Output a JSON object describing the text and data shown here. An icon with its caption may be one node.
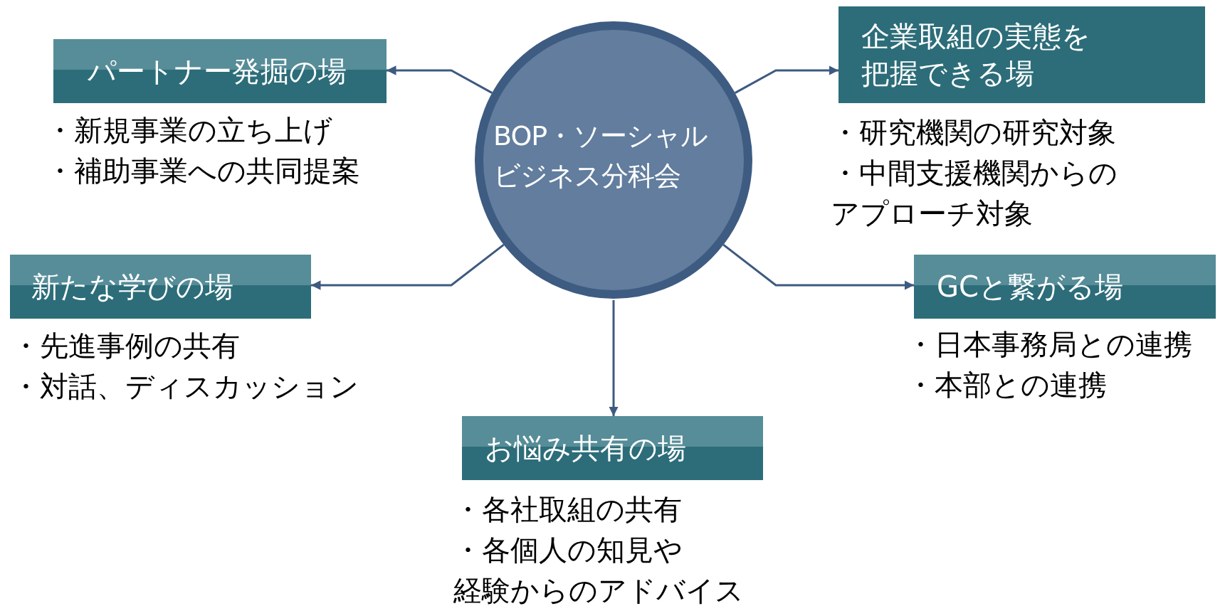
{
  "diagram": {
    "nodes": [
      {
        "text": [
          "BOP・ソーシャルビジネス分科会"
        ]
      },
      {
        "text": [
          "パートナー発掘の場"
        ],
        "beside": [
          "・新規事業の立ち上げ",
          "・補助事業への共同提案"
        ]
      },
      {
        "text": [
          "企業取組の実態を把握できる場"
        ],
        "beside": [
          "・研究機関の研究対象",
          "・中間支援機関からの",
          "アプローチ対象"
        ]
      },
      {
        "text": [
          "新たな学びの場"
        ],
        "beside": [
          "・先進事例の共有",
          "・対話、ディスカッション"
        ]
      },
      {
        "text": [
          "GCと繋がる場"
        ],
        "beside": [
          "・日本事務局との連携",
          "・本部との連携"
        ]
      },
      {
        "text": [
          "お悩み共有の場"
        ],
        "beside": [
          "・各社取組の共有",
          "・各個人の知見や",
          "経験からのアドバイス"
        ]
      }
    ],
    "edges": [
      {
        "from": 0,
        "to": 1,
        "arrow": "to"
      },
      {
        "from": 0,
        "to": 2,
        "arrow": "to"
      },
      {
        "from": 0,
        "to": 3,
        "arrow": "to"
      },
      {
        "from": 0,
        "to": 4,
        "arrow": "to"
      },
      {
        "from": 0,
        "to": 5,
        "arrow": "to"
      }
    ]
  }
}
